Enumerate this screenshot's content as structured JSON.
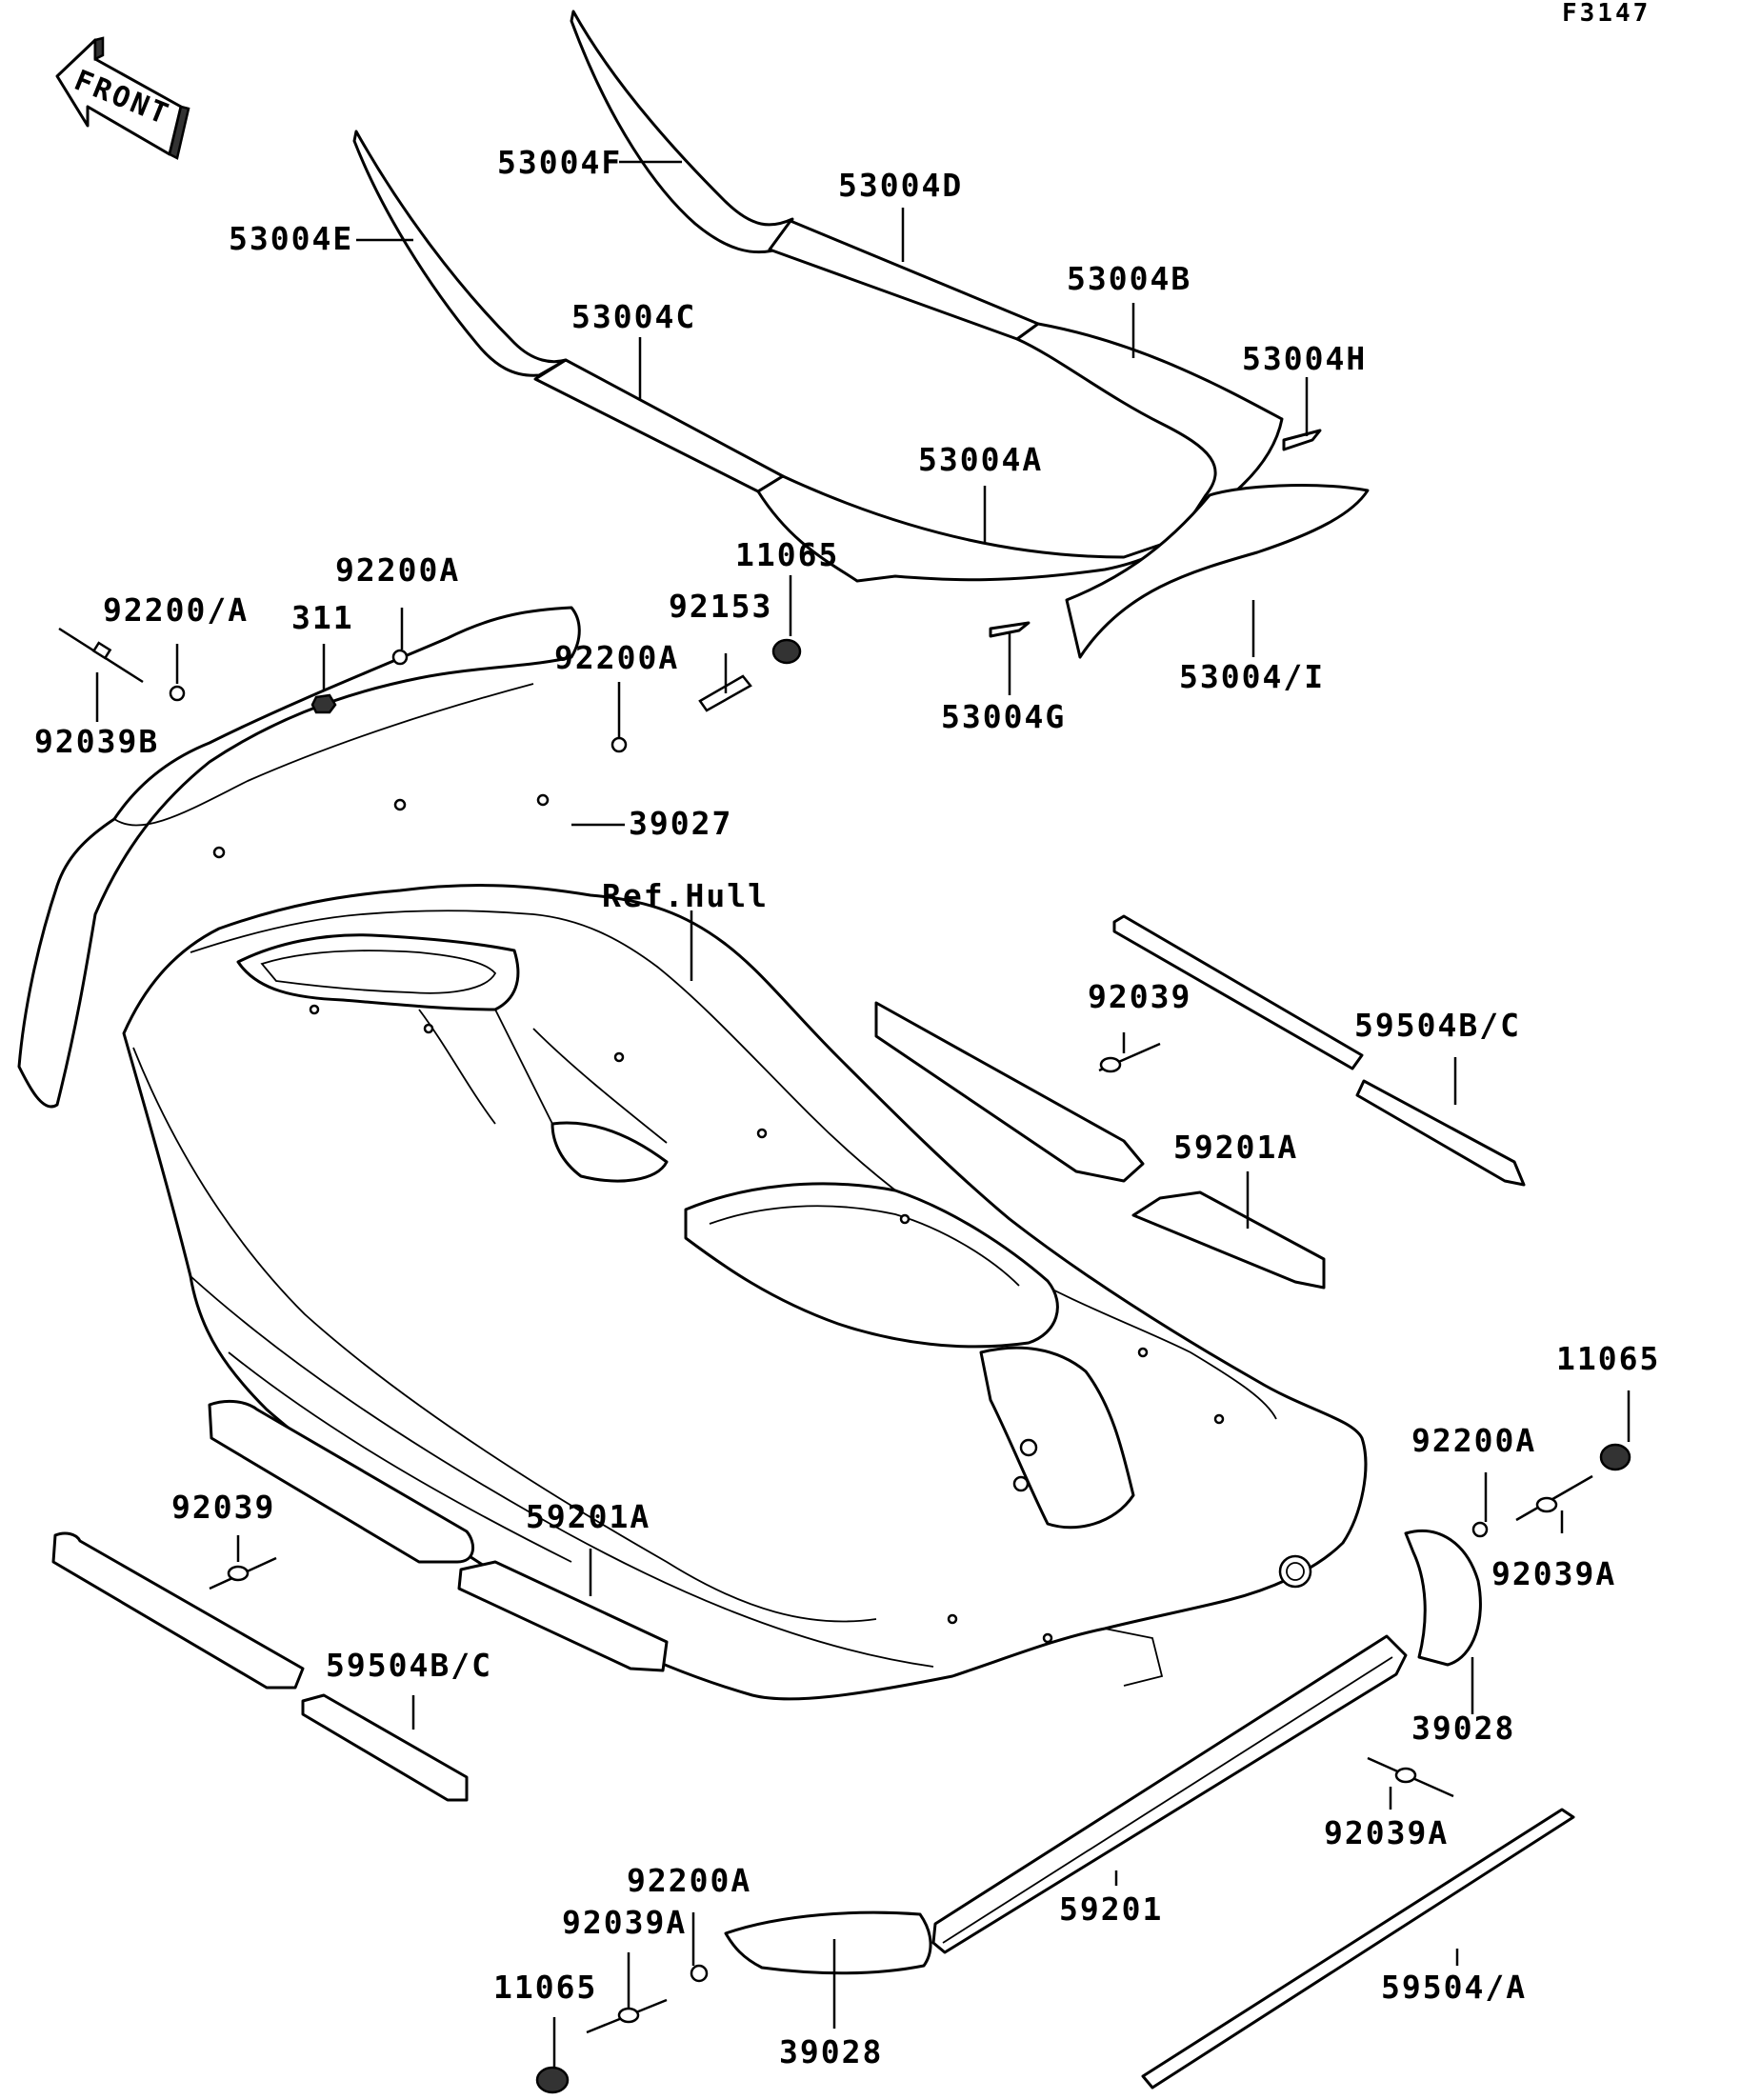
{
  "diagram_code": "F3147",
  "front_arrow": {
    "label": "FRONT",
    "icon": "front-direction-arrow-icon"
  },
  "hull_reference": "Ref.Hull",
  "labels": {
    "p53004F": "53004F",
    "p53004D": "53004D",
    "p53004E": "53004E",
    "p53004B": "53004B",
    "p53004C": "53004C",
    "p53004H": "53004H",
    "p53004A": "53004A",
    "p11065_top": "11065",
    "p92200A_top": "92200A",
    "p92200_A": "92200/A",
    "p311": "311",
    "p92153": "92153",
    "p92200A_mid": "92200A",
    "p53004I": "53004/I",
    "p92039B": "92039B",
    "p53004G": "53004G",
    "p39027": "39027",
    "ref_hull": "Ref.Hull",
    "p92039_right": "92039",
    "p59504BC_right": "59504B/C",
    "p59201A_right": "59201A",
    "p11065_right": "11065",
    "p92200A_right": "92200A",
    "p92039_left": "92039",
    "p59201A_left": "59201A",
    "p92039A_right": "92039A",
    "p59504BC_left": "59504B/C",
    "p39028_right": "39028",
    "p92039A_lower": "92039A",
    "p92200A_bottom": "92200A",
    "p92039A_bottom": "92039A",
    "p59201": "59201",
    "p11065_bottom": "11065",
    "p59504A": "59504/A",
    "p39028_bottom": "39028"
  }
}
